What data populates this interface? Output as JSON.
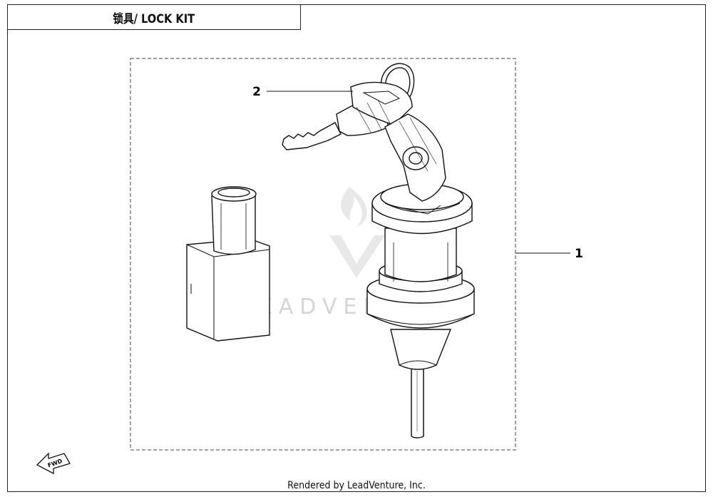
{
  "title": "锁具/ LOCK KIT",
  "callouts": [
    {
      "number": "1",
      "part": "ignition-switch-assembly"
    },
    {
      "number": "2",
      "part": "key"
    }
  ],
  "watermark": "LEADVENTURE",
  "direction_label": "FWD",
  "footer": "Rendered by LeadVenture, Inc."
}
